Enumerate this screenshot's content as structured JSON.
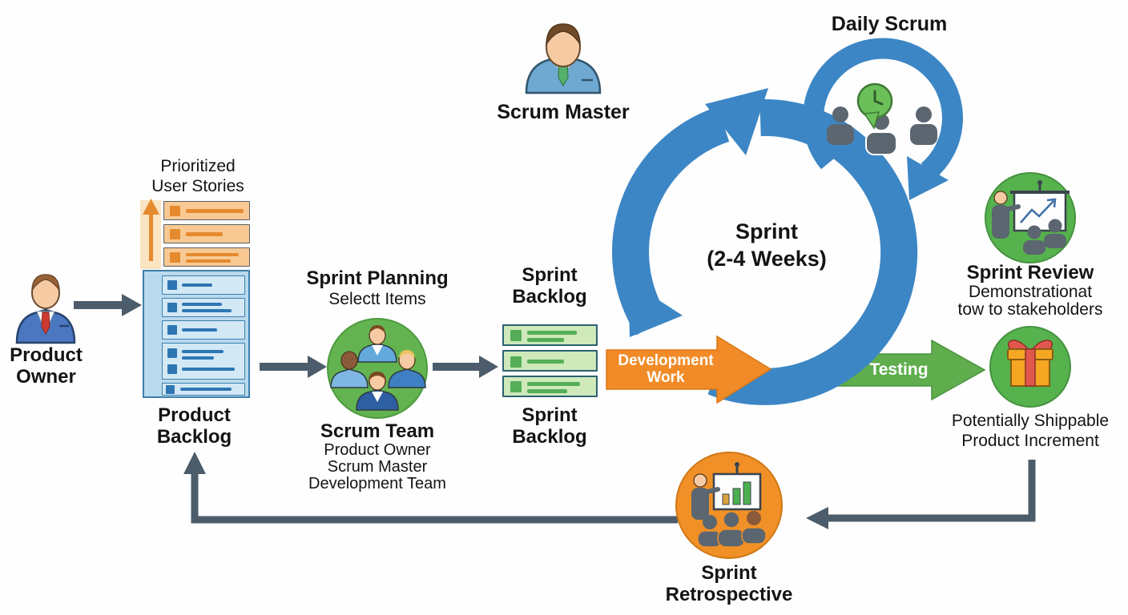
{
  "title": "Scrum Process Diagram",
  "colors": {
    "cycle_blue": "#3c86c5",
    "connector_slate": "#4c5c6b",
    "development_orange": "#f18b27",
    "testing_green": "#5fad4d",
    "team_circle_green": "#63b450",
    "review_circle_green": "#56b24d",
    "retrospective_circle_orange": "#f09027",
    "story_item_orange": "#e58a2e",
    "backlog_item_blue": "#2e76b2",
    "sprint_item_green": "#55ae57"
  },
  "labels": {
    "daily_scrum": "Daily Scrum",
    "scrum_master": "Scrum Master",
    "sprint_line1": "Sprint",
    "sprint_line2": "(2-4 Weeks)",
    "product_owner_line1": "Product",
    "product_owner_line2": "Owner",
    "prioritized_line1": "Prioritized",
    "prioritized_line2": "User Stories",
    "product_backlog_line1": "Product",
    "product_backlog_line2": "Backlog",
    "sprint_planning_title": "Sprint Planning",
    "sprint_planning_subtitle": "Selectt Items",
    "scrum_team_title": "Scrum Team",
    "scrum_team_members": [
      "Product Owner",
      "Scrum Master",
      "Development Team"
    ],
    "sprint_backlog_top_line1": "Sprint",
    "sprint_backlog_top_line2": "Backlog",
    "sprint_backlog_bottom_line1": "Sprint",
    "sprint_backlog_bottom_line2": "Backlog",
    "development_work_line1": "Development",
    "development_work_line2": "Work",
    "testing": "Testing",
    "sprint_review_title": "Sprint Review",
    "sprint_review_sub1": "Demonstrationat",
    "sprint_review_sub2": "tow to stakeholders",
    "increment_line1": "Potentially Shippable",
    "increment_line2": "Product Increment",
    "retrospective_line1": "Sprint",
    "retrospective_line2": "Retrospective"
  },
  "icons": {
    "product_owner": "person-icon",
    "scrum_master": "person-icon",
    "scrum_team": "team-people-icon",
    "daily_scrum": "meeting-clock-bubble-icon",
    "sprint_review": "presentation-line-chart-icon",
    "product_increment": "gift-icon",
    "sprint_retrospective": "presentation-bar-chart-icon",
    "sprint_cycle": "cycle-arrows-icon",
    "priority_direction": "up-arrow-icon"
  }
}
